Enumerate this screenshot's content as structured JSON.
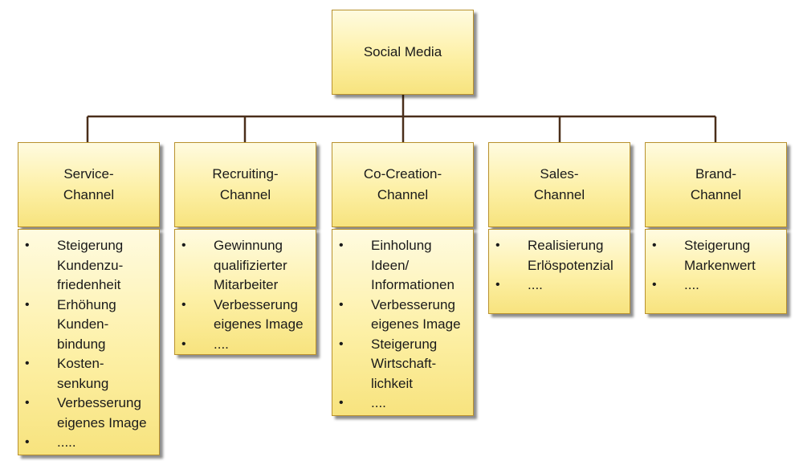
{
  "root": {
    "label": "Social Media"
  },
  "channels": [
    {
      "title": [
        "Service-",
        "Channel"
      ],
      "bullets": [
        [
          "Steigerung",
          "Kundenzu-",
          "friedenheit"
        ],
        [
          "Erhöhung",
          "Kunden-",
          "bindung"
        ],
        [
          "Kosten-",
          "senkung"
        ],
        [
          "Verbesserung",
          "eigenes Image"
        ],
        [
          "....."
        ]
      ]
    },
    {
      "title": [
        "Recruiting-",
        "Channel"
      ],
      "bullets": [
        [
          "Gewinnung",
          "qualifizierter",
          "Mitarbeiter"
        ],
        [
          "Verbesserung",
          "eigenes Image"
        ],
        [
          "...."
        ]
      ]
    },
    {
      "title": [
        "Co-Creation-",
        "Channel"
      ],
      "bullets": [
        [
          "Einholung",
          "Ideen/",
          "Informationen"
        ],
        [
          "Verbesserung",
          "eigenes Image"
        ],
        [
          "Steigerung",
          "Wirtschaft-",
          "lichkeit"
        ],
        [
          "...."
        ]
      ]
    },
    {
      "title": [
        "Sales-",
        "Channel"
      ],
      "bullets": [
        [
          "Realisierung",
          "Erlöspotenzial"
        ],
        [
          "...."
        ]
      ]
    },
    {
      "title": [
        "Brand-",
        "Channel"
      ],
      "bullets": [
        [
          "Steigerung",
          "Markenwert"
        ],
        [
          "...."
        ]
      ]
    }
  ]
}
